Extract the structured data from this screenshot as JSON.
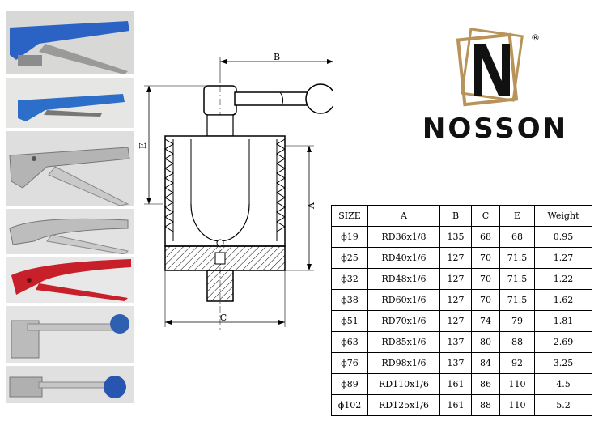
{
  "logo": {
    "brand": "NOSSON",
    "registered": "®"
  },
  "drawing": {
    "dim_b": "B",
    "dim_e": "E",
    "dim_a": "A",
    "dim_c": "C"
  },
  "table": {
    "headers": [
      "SIZE",
      "A",
      "B",
      "C",
      "E",
      "Weight"
    ],
    "rows": [
      [
        "ϕ19",
        "RD36x1/8",
        "135",
        "68",
        "68",
        "0.95"
      ],
      [
        "ϕ25",
        "RD40x1/6",
        "127",
        "70",
        "71.5",
        "1.27"
      ],
      [
        "ϕ32",
        "RD48x1/6",
        "127",
        "70",
        "71.5",
        "1.22"
      ],
      [
        "ϕ38",
        "RD60x1/6",
        "127",
        "70",
        "71.5",
        "1.62"
      ],
      [
        "ϕ51",
        "RD70x1/6",
        "127",
        "74",
        "79",
        "1.81"
      ],
      [
        "ϕ63",
        "RD85x1/6",
        "137",
        "80",
        "88",
        "2.69"
      ],
      [
        "ϕ76",
        "RD98x1/6",
        "137",
        "84",
        "92",
        "3.25"
      ],
      [
        "ϕ89",
        "RD110x1/6",
        "161",
        "86",
        "110",
        "4.5"
      ],
      [
        "ϕ102",
        "RD125x1/6",
        "161",
        "88",
        "110",
        "5.2"
      ]
    ]
  },
  "photos": [
    {
      "name": "blue-long-handle-photo",
      "color": "#2a63c4"
    },
    {
      "name": "blue-short-handle-photo",
      "color": "#2d6fc8"
    },
    {
      "name": "steel-handle-photo",
      "color": "#b8b8b8"
    },
    {
      "name": "steel-curved-handle-photo",
      "color": "#c4c4c4"
    },
    {
      "name": "red-handle-photo",
      "color": "#c8202a"
    },
    {
      "name": "steel-ball-handle-photo",
      "color": "#2f5fb0"
    },
    {
      "name": "blue-ball-lever-photo",
      "color": "#2855b0"
    }
  ]
}
